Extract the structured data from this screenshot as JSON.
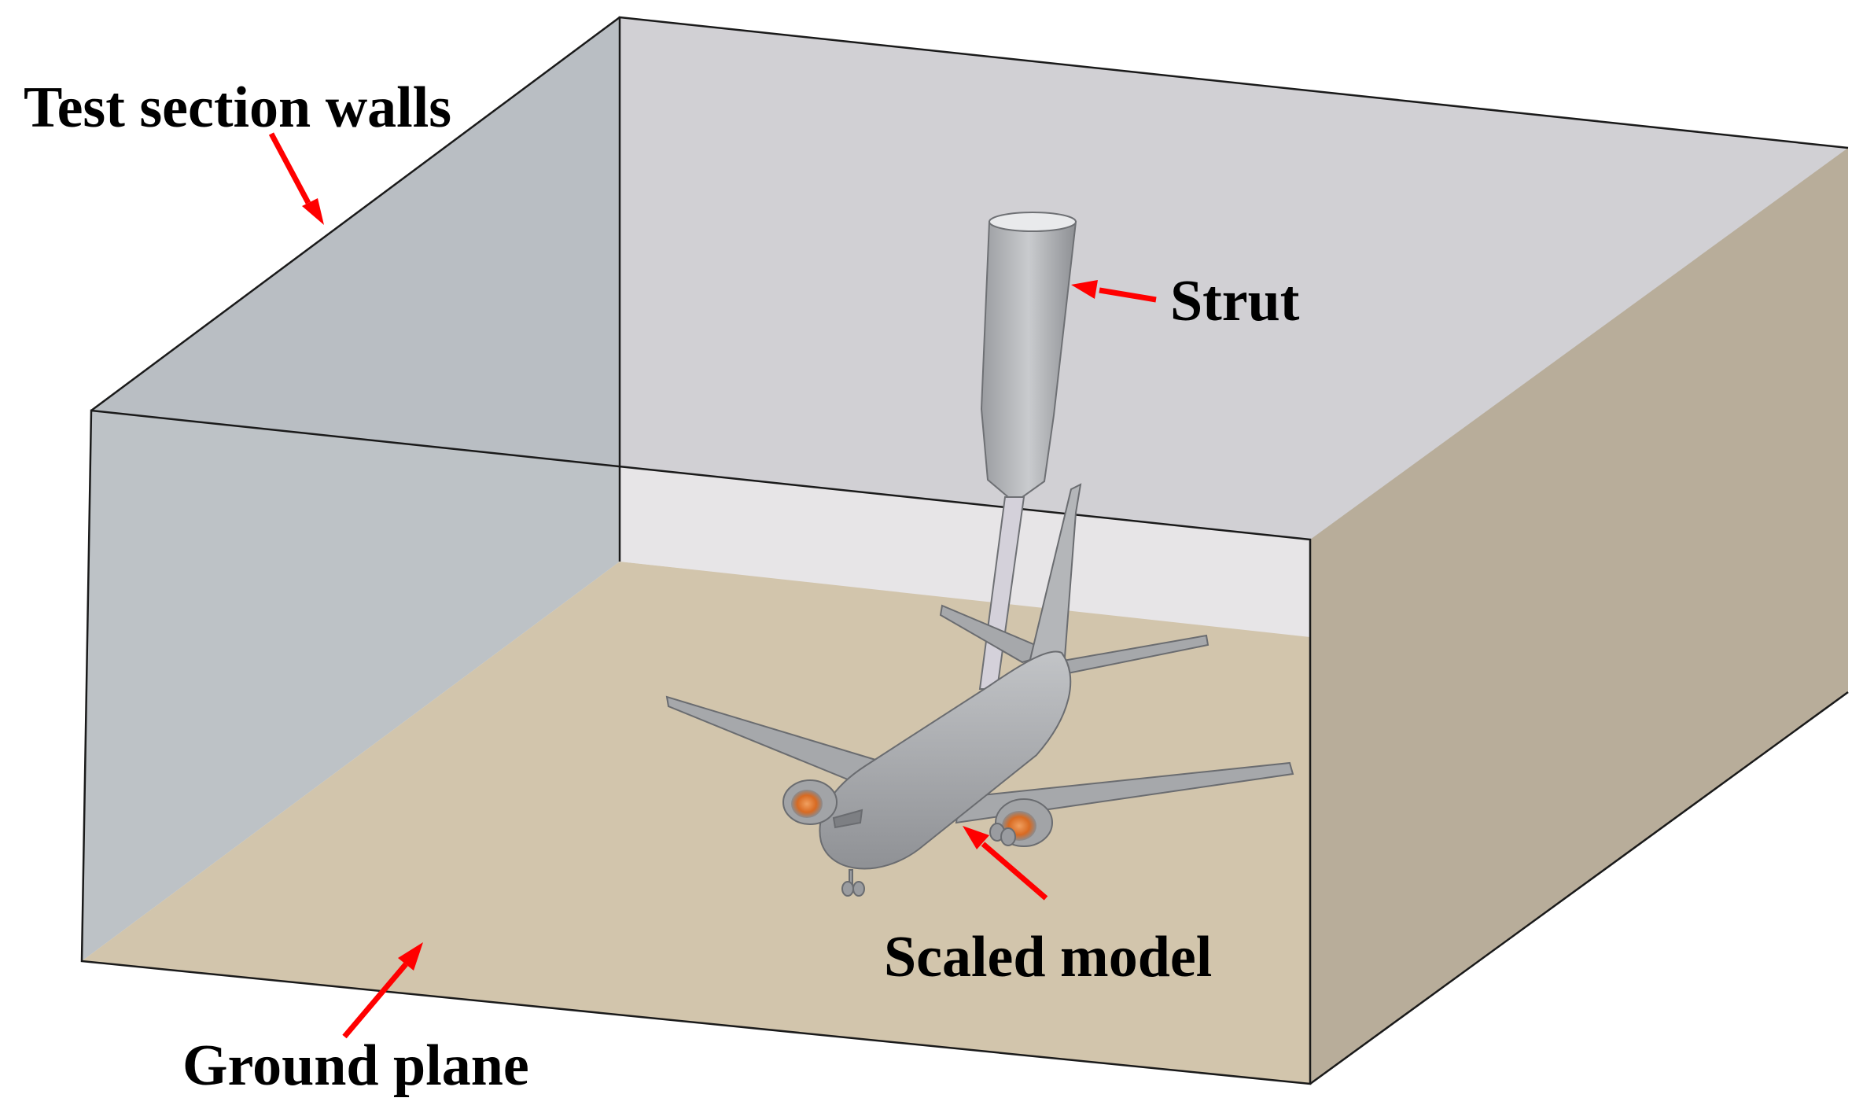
{
  "labels": {
    "walls": "Test section walls",
    "strut": "Strut",
    "model": "Scaled model",
    "ground": "Ground plane"
  },
  "colors": {
    "back_wall": "#d1d0d4",
    "left_wall": "#b9bec3",
    "front_wall": "#c8ccd1",
    "right_floor_wall": "#b8ad9a",
    "ground": "#d6c29f",
    "window": "#f3eff0",
    "arrow": "#ff0000",
    "model_gray": "#a6a8ab",
    "engine": "#e07a2e"
  },
  "icons": {
    "arrow": "red-arrow-icon"
  }
}
